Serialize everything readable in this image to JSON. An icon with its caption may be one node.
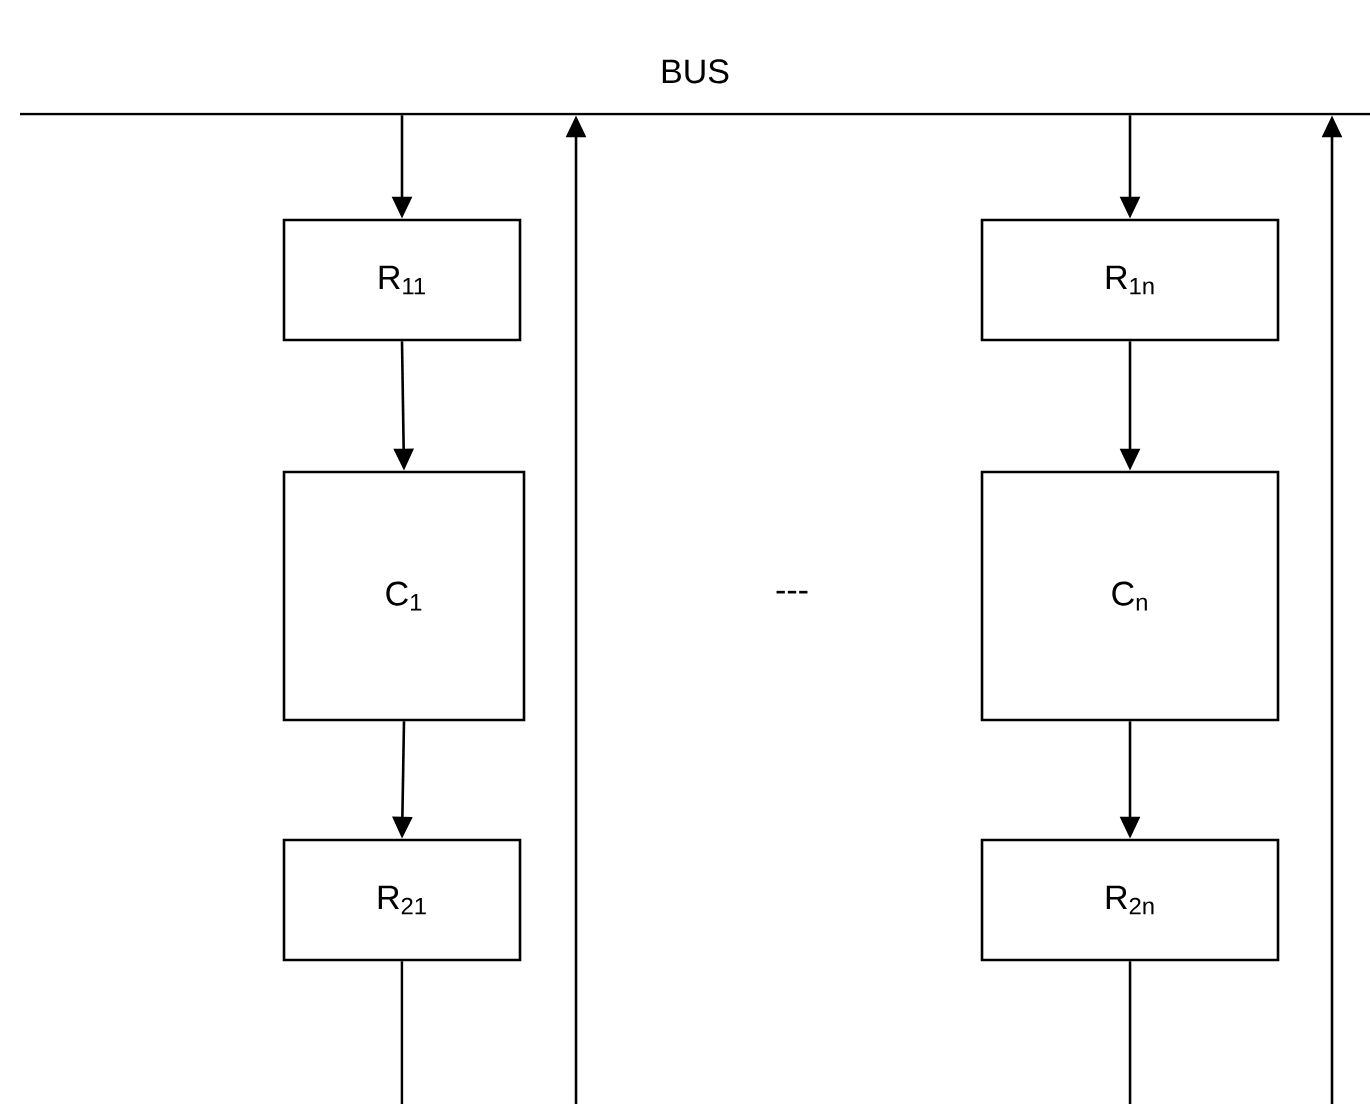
{
  "diagram": {
    "nodes": [
      {
        "text": [
          "BUS"
        ]
      },
      {
        "text": [
          "R$_{11}$"
        ]
      },
      {
        "text": [
          "C$_{1}$"
        ]
      },
      {
        "text": [
          "R$_{21}$"
        ]
      },
      {
        "text": [
          "R$_{1n}$"
        ]
      },
      {
        "text": [
          "C$_{n}$"
        ]
      },
      {
        "text": [
          "R$_{2n}$"
        ]
      }
    ],
    "edges": [
      {
        "from": 0,
        "to": 1,
        "arrow": "to"
      },
      {
        "from": 1,
        "to": 2,
        "arrow": "to"
      },
      {
        "from": 2,
        "to": 3,
        "arrow": "to"
      },
      {
        "from": 3,
        "to": null,
        "arrow": "none"
      },
      {
        "from": null,
        "to": 0,
        "arrow": "to"
      },
      {
        "from": 0,
        "to": 4,
        "arrow": "to"
      },
      {
        "from": 4,
        "to": 5,
        "arrow": "to"
      },
      {
        "from": 5,
        "to": 6,
        "arrow": "to"
      },
      {
        "from": 6,
        "to": null,
        "arrow": "none"
      },
      {
        "from": null,
        "to": 0,
        "arrow": "to"
      }
    ],
    "labels": [
      "---"
    ]
  }
}
